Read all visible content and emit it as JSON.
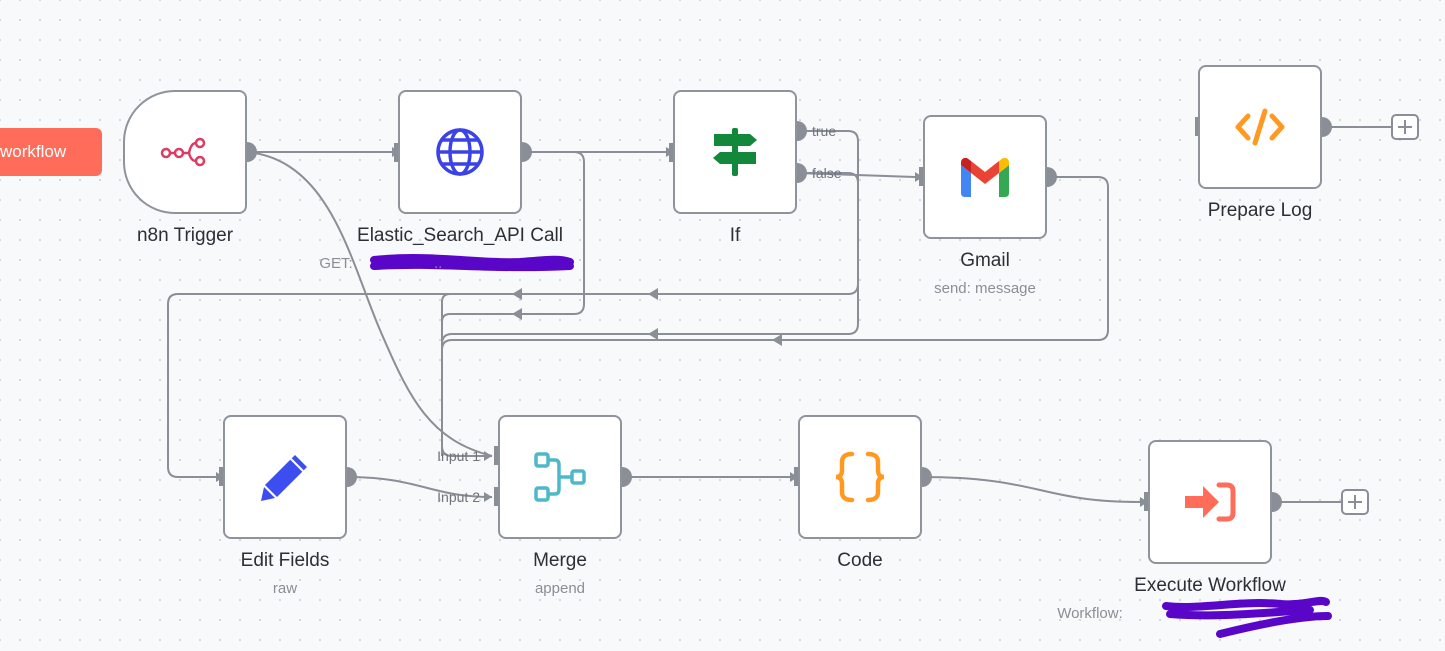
{
  "workflow_tab": {
    "label": "workflow"
  },
  "nodes": {
    "n8n_trigger": {
      "label": "n8n Trigger",
      "icon": "trigger-icon",
      "color": "#dd3b64"
    },
    "elastic_search": {
      "label": "Elastic_Search_API Call",
      "subtitle": "GET: ",
      "icon": "globe-icon",
      "color": "#3b43e6"
    },
    "if": {
      "label": "If",
      "icon": "signpost-icon",
      "color": "#12893a",
      "outputs": {
        "true": "true",
        "false": "false"
      }
    },
    "gmail": {
      "label": "Gmail",
      "subtitle": "send: message",
      "icon": "gmail-icon"
    },
    "prepare_log": {
      "label": "Prepare Log",
      "icon": "code-icon",
      "color": "#ff9922"
    },
    "edit_fields": {
      "label": "Edit Fields",
      "subtitle": "raw",
      "icon": "pencil-icon",
      "color": "#3d4ef0"
    },
    "merge": {
      "label": "Merge",
      "subtitle": "append",
      "icon": "merge-icon",
      "color": "#4db8c8",
      "inputs": {
        "input1": "Input 1",
        "input2": "Input 2"
      }
    },
    "code": {
      "label": "Code",
      "icon": "curly-braces-icon",
      "color": "#ff9922"
    },
    "execute_workflow": {
      "label": "Execute Workflow",
      "subtitle": "Workflow: ",
      "icon": "sign-in-icon",
      "color": "#ff6d5a"
    }
  },
  "colors": {
    "canvas": "#f8f9fb",
    "connection": "#8a8e96",
    "workflow_tab": "#ff6d5a",
    "redaction": "#5a06c8"
  }
}
